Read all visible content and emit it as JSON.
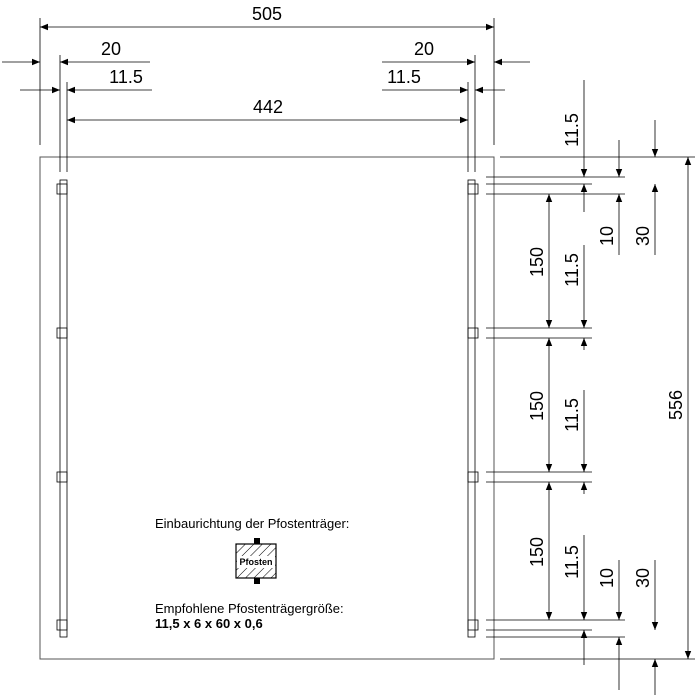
{
  "dimensions": {
    "overall_width": "505",
    "left_offset": "20",
    "right_offset": "20",
    "left_inset": "11.5",
    "right_inset": "11.5",
    "inner_width": "442",
    "top_inset": "11.5",
    "top_small": "10",
    "top_large": "30",
    "spacing_1": "150",
    "spacing_1_inset": "11.5",
    "spacing_2": "150",
    "spacing_2_inset": "11.5",
    "spacing_3": "150",
    "spacing_3_inset": "11.5",
    "bottom_small": "10",
    "bottom_large": "30",
    "overall_height": "556"
  },
  "notes": {
    "mounting_direction": "Einbaurichtung der Pfostenträger:",
    "icon_label": "Pfosten",
    "recommended_size_label": "Empfohlene Pfostenträgergröße:",
    "recommended_size_value": "11,5 x 6 x 60 x 0,6"
  }
}
